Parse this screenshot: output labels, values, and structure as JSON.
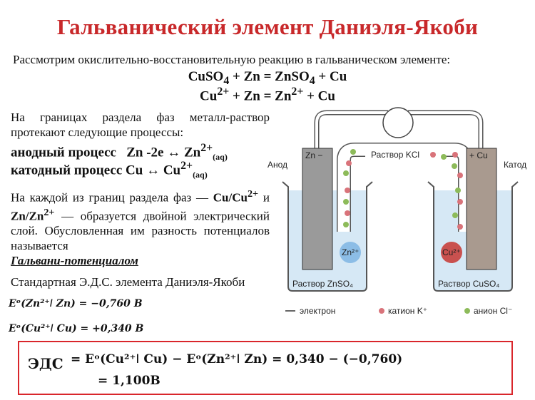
{
  "title": "Гальванический элемент Даниэля-Якоби",
  "intro": "Рассмотрим окислительно-восстановительную реакцию в гальваническом элементе:",
  "equations": {
    "eq1_a": "CuSO",
    "eq1_sub1": "4",
    "eq1_b": " + Zn = ZnSO",
    "eq1_sub2": "4",
    "eq1_c": " + Cu",
    "eq2_a": "Cu",
    "eq2_sup1": "2+",
    "eq2_b": " + Zn = Zn",
    "eq2_sup2": "2+",
    "eq2_c": " + Cu"
  },
  "left": {
    "para1": "На границах раздела фаз металл-раствор протекают следующие процессы:",
    "anode_label": "анодный процесс",
    "anode_eq": "Zn -2e ↔ Zn",
    "anode_sup": "2+",
    "anode_sub": "(aq)",
    "cathode_label": "катодный процесс",
    "cathode_eq": "Cu ↔ Cu",
    "cathode_sup": "2+",
    "cathode_sub": "(aq)",
    "para2_a": "На каждой из границ раздела фаз —",
    "para2_b1": "Cu/Cu",
    "para2_sup1": "2+",
    "para2_mid": " и ",
    "para2_b2": "Zn/Zn",
    "para2_sup2": "2+",
    "para2_c": " — образуется двойной электрический слой. Обусловленная им разность потенциалов называется",
    "para2_term": "Гальвани-потенциалом",
    "std_emf": "Стандартная Э.Д.С. элемента Даниэля-Якоби",
    "e_zn": "Eᵒ(Zn²⁺ǀ Zn) = −0,760 B",
    "e_cu": "Eᵒ(Cu²⁺ǀ Cu) = +0,340 B"
  },
  "diagram": {
    "zn_electrode": "Zn  −",
    "cu_electrode": "+ Cu",
    "salt_bridge": "Раствор KCl",
    "anode": "Анод",
    "cathode": "Катод",
    "zn_ion": "Zn²⁺",
    "cu_ion": "Cu²⁺",
    "zn_solution": "Раствор ZnSO₄",
    "cu_solution": "Раствор CuSO₄",
    "legend_electron": "электрон",
    "legend_cation": "катион K⁺",
    "legend_anion": "анион Cl⁻",
    "colors": {
      "cation": "#d9737a",
      "anion": "#8dbb5a",
      "solution": "#cfe4f3"
    }
  },
  "emf": {
    "label": "ЭДС",
    "line1": "= Eᵒ(Cu²⁺ǀ Cu) − Eᵒ(Zn²⁺ǀ Zn) = 0,340 − (−0,760)",
    "line2": "= 1,100B"
  }
}
